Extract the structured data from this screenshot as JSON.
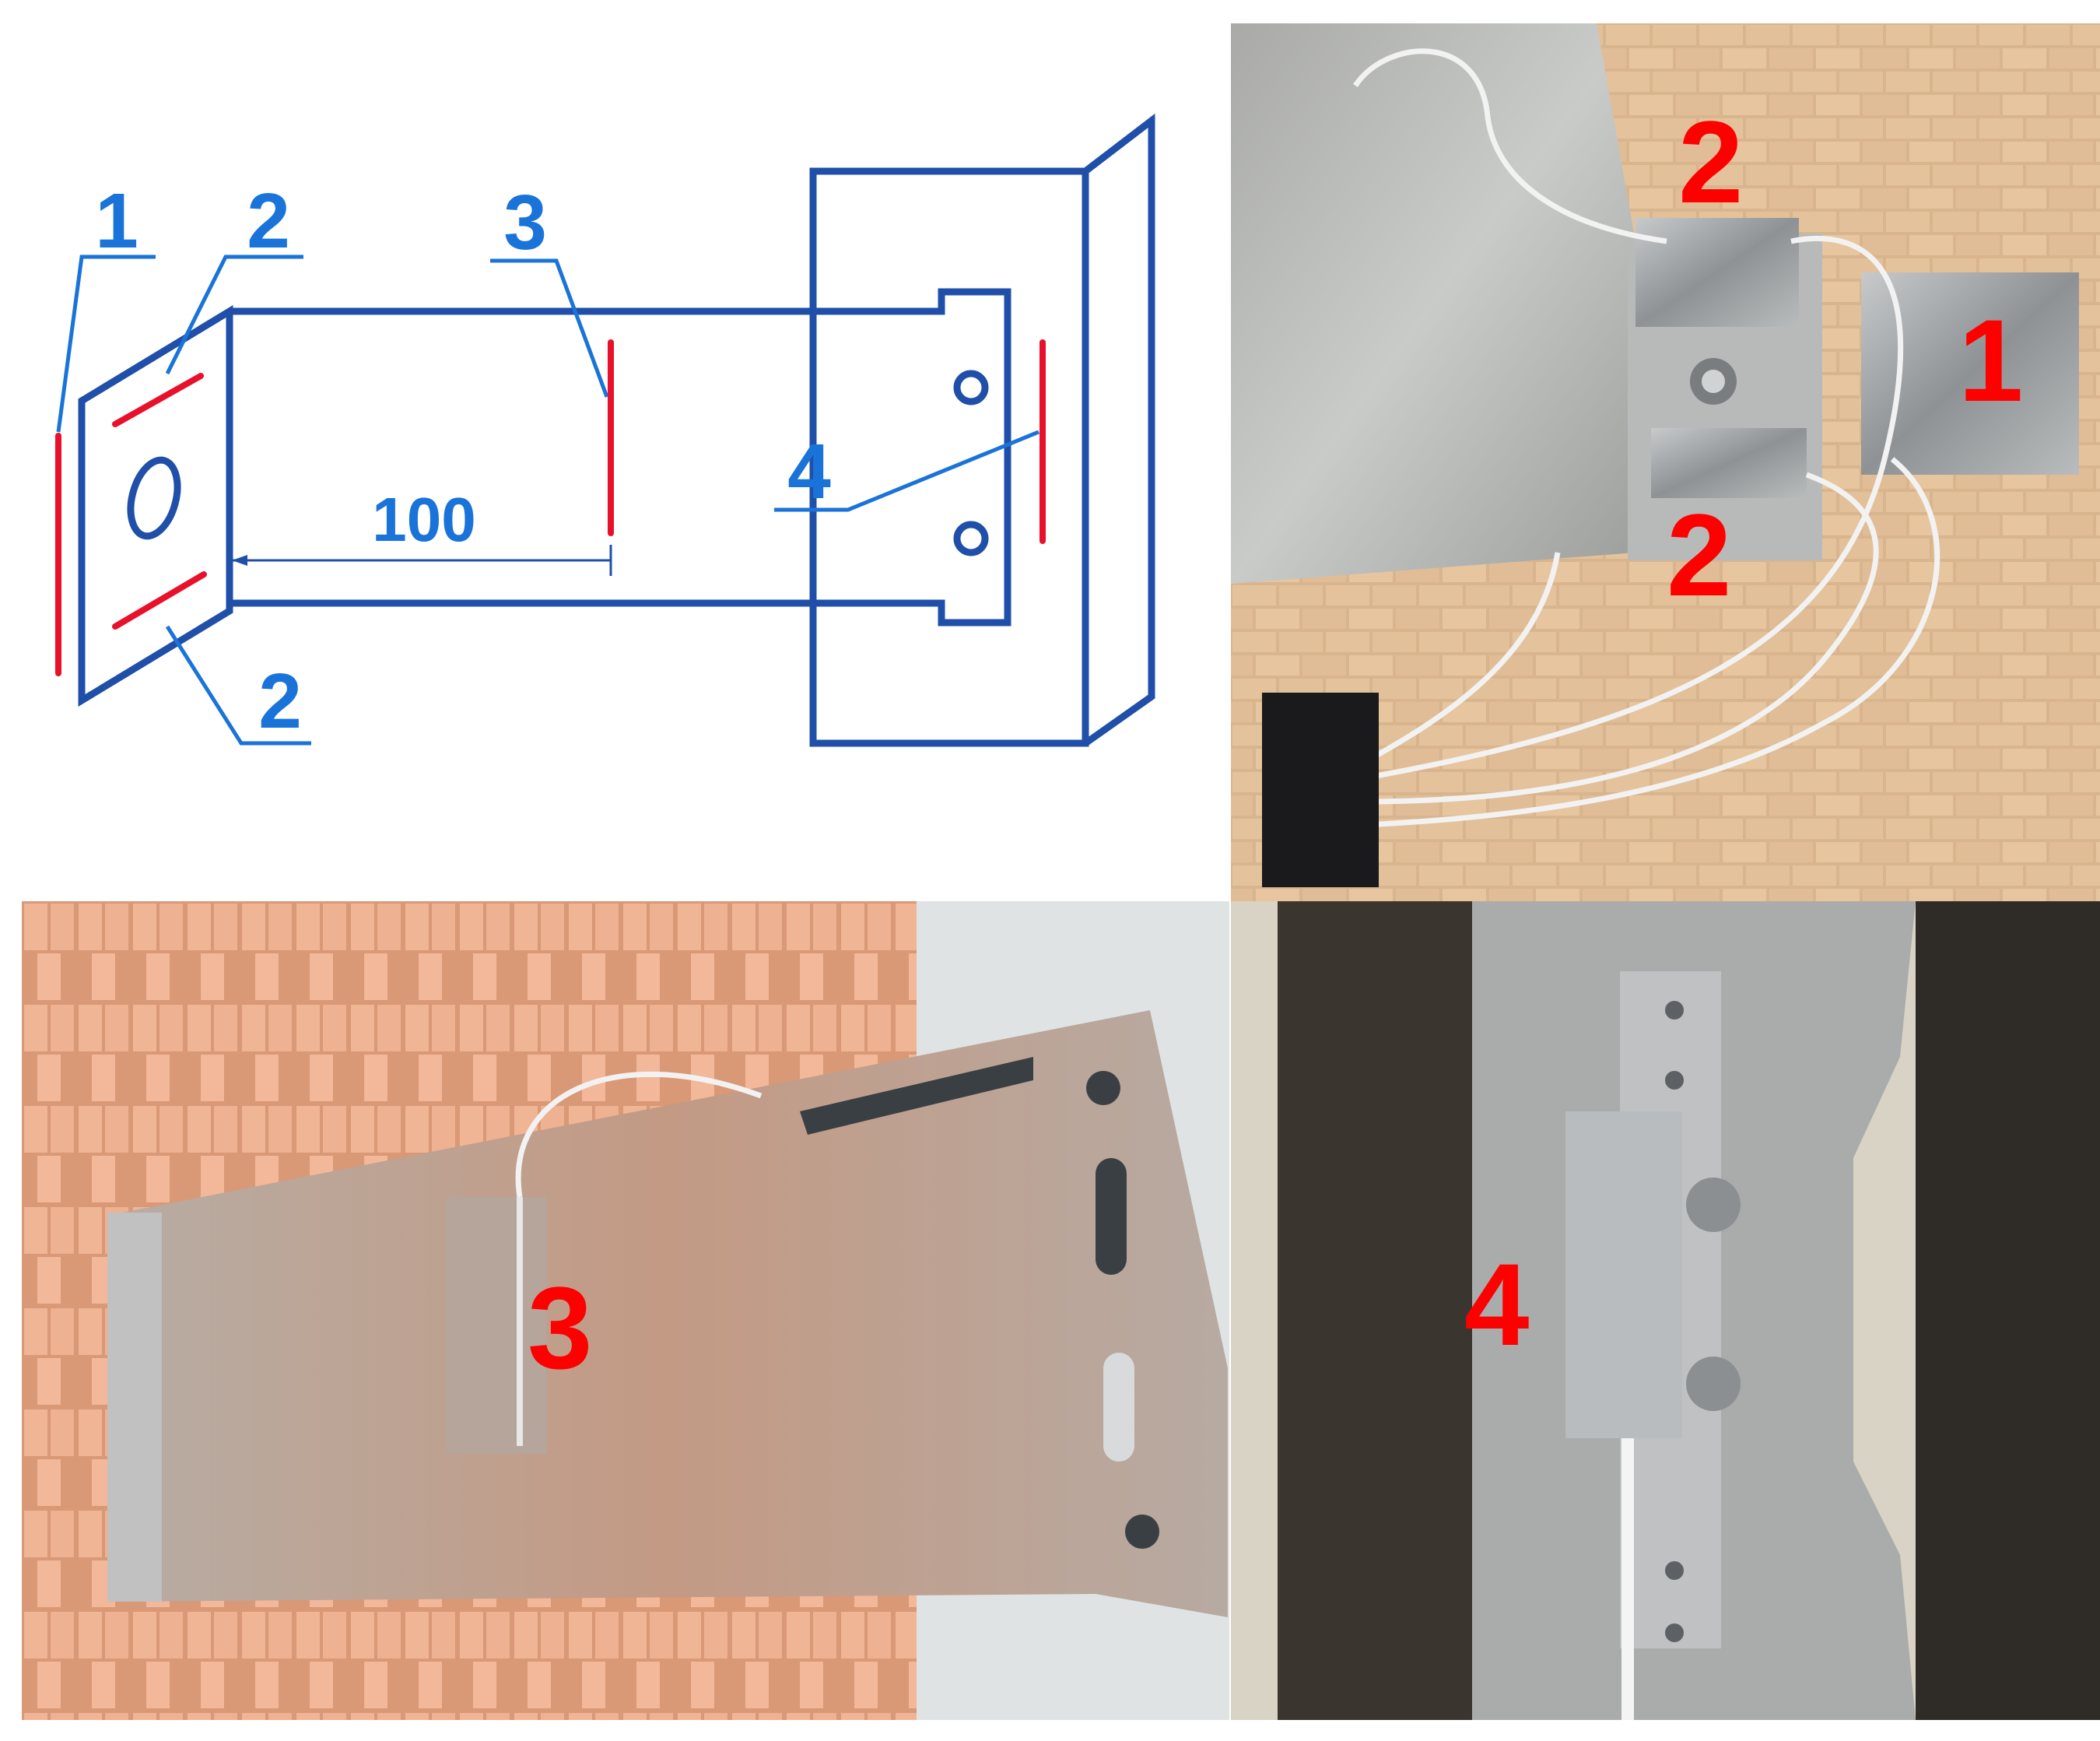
{
  "diagram": {
    "labels": {
      "sensor_1": "1",
      "sensor_2_top": "2",
      "sensor_2_bottom": "2",
      "sensor_3": "3",
      "sensor_4": "4"
    },
    "dimension": "100",
    "colors": {
      "outline": "#1f4fa8",
      "leader": "#1a73d9",
      "sensor": "#e8102a"
    }
  },
  "photos": {
    "top_right": {
      "labels": [
        "2",
        "2",
        "1"
      ]
    },
    "bottom_left": {
      "labels": [
        "3"
      ]
    },
    "bottom_right": {
      "labels": [
        "4"
      ]
    },
    "label_color": "#ff0000"
  }
}
